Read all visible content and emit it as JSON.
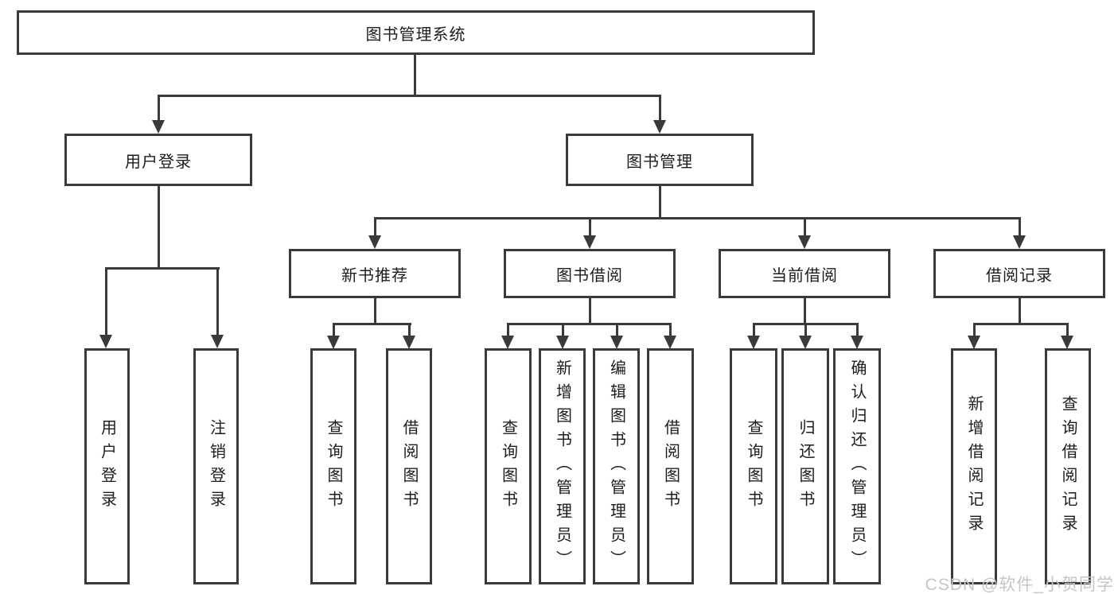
{
  "colors": {
    "line": "#3a3a3a",
    "text": "#1d1d1d",
    "watermark": "#c6c6c6",
    "background": "#ffffff"
  },
  "watermark": {
    "text": "CSDN @软件_小贺同学"
  },
  "diagram": {
    "root": {
      "label": "图书管理系统"
    },
    "branches": [
      {
        "label": "用户登录",
        "children": [
          {
            "label": "用户登录"
          },
          {
            "label": "注销登录"
          }
        ]
      },
      {
        "label": "图书管理",
        "children": [
          {
            "label": "新书推荐",
            "children": [
              {
                "label": "查询图书"
              },
              {
                "label": "借阅图书"
              }
            ]
          },
          {
            "label": "图书借阅",
            "children": [
              {
                "label": "查询图书"
              },
              {
                "label": "新增图书（管理员）"
              },
              {
                "label": "编辑图书（管理员）"
              },
              {
                "label": "借阅图书"
              }
            ]
          },
          {
            "label": "当前借阅",
            "children": [
              {
                "label": "查询图书"
              },
              {
                "label": "归还图书"
              },
              {
                "label": "确认归还（管理员）"
              }
            ]
          },
          {
            "label": "借阅记录",
            "children": [
              {
                "label": "新增借阅记录"
              },
              {
                "label": "查询借阅记录"
              }
            ]
          }
        ]
      }
    ]
  }
}
